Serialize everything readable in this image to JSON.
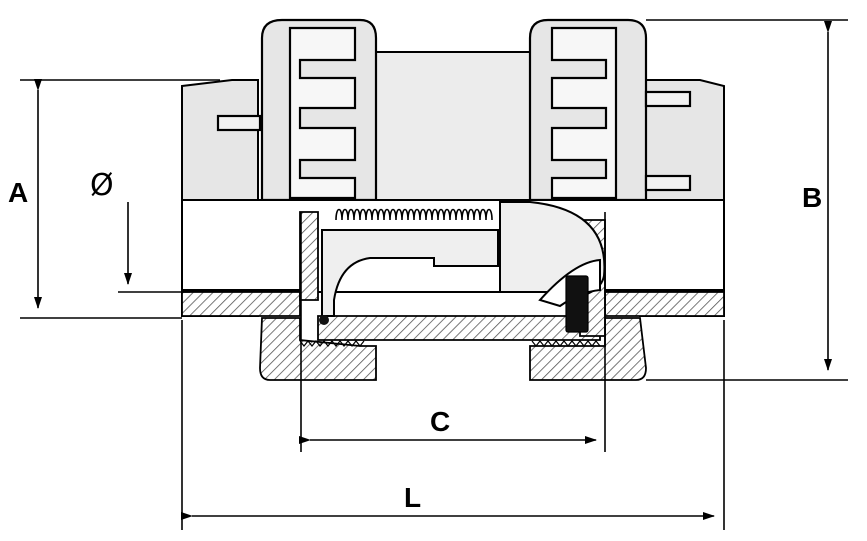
{
  "dimensions": {
    "a": "A",
    "b": "B",
    "c": "C",
    "l": "L",
    "phi": "Ø"
  },
  "colors": {
    "line": "#000000",
    "body_fill": "#e6e6e6",
    "hatch": "#555555",
    "seal": "#111111",
    "background": "#ffffff"
  }
}
